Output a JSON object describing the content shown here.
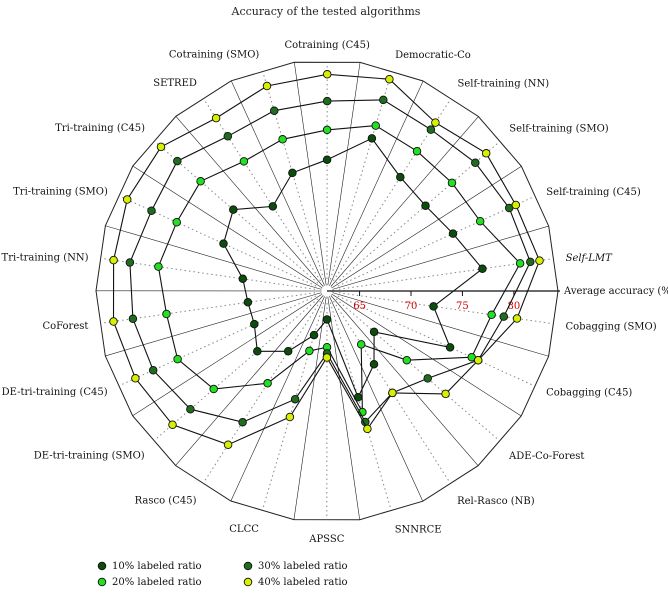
{
  "chart_data": {
    "type": "radar",
    "title": "Accuracy of the tested algorithms",
    "axis_label": "Average accuracy (%)",
    "categories": [
      "Self-LMT",
      "Cobagging (SMO)",
      "Cobagging (C45)",
      "ADE-Co-Forest",
      "Rel-Rasco (NB)",
      "SNNRCE",
      "APSSC",
      "CLCC",
      "Rasco (C45)",
      "DE-tri-training (SMO)",
      "DE-tri-training (C45)",
      "CoForest",
      "Tri-training (NN)",
      "Tri-training (SMO)",
      "Tri-training (C45)",
      "SETRED",
      "Cotraining (SMO)",
      "Cotraining (C45)",
      "Democratic-Co",
      "Self-training (NN)",
      "Self-training (SMO)",
      "Self-training (C45)"
    ],
    "ticks": [
      65,
      70,
      75,
      80
    ],
    "range": [
      63,
      84
    ],
    "grid": true,
    "legend_position": "bottom",
    "series": [
      {
        "name": "10% labeled ratio",
        "color": "#0b4d0b",
        "values": [
          77.1,
          72.3,
          75.0,
          67.9,
          70.3,
          72.6,
          64.6,
          66.3,
          68.8,
          70.8,
          69.6,
          69.6,
          70.1,
          72.9,
          73.9,
          71.6,
          73.8,
          74.6,
          77.3,
          75.0,
          74.5,
          75.3
        ]
      },
      {
        "name": "20% labeled ratio",
        "color": "#22e022",
        "values": [
          80.8,
          78.0,
          77.3,
          72.1,
          68.0,
          74.1,
          67.3,
          67.9,
          72.5,
          76.4,
          77.8,
          77.6,
          78.4,
          77.9,
          78.1,
          76.8,
          77.2,
          77.5,
          78.6,
          78.0,
          77.9,
          78.2
        ]
      },
      {
        "name": "30% labeled ratio",
        "color": "#1f6e1f",
        "values": [
          81.8,
          79.2,
          78.0,
          74.8,
          73.6,
          75.1,
          67.9,
          72.8,
          77.0,
          79.4,
          80.4,
          80.9,
          81.2,
          80.6,
          81.1,
          79.7,
          80.1,
          80.3,
          81.2,
          80.5,
          80.9,
          81.3
        ]
      },
      {
        "name": "40% labeled ratio",
        "color": "#d8f000",
        "values": [
          82.7,
          80.5,
          78.0,
          77.1,
          73.6,
          75.8,
          68.3,
          74.6,
          79.6,
          81.7,
          82.3,
          82.8,
          82.8,
          83.2,
          83.2,
          81.8,
          82.6,
          82.9,
          83.3,
          81.3,
          82.3,
          82.0
        ]
      }
    ]
  }
}
